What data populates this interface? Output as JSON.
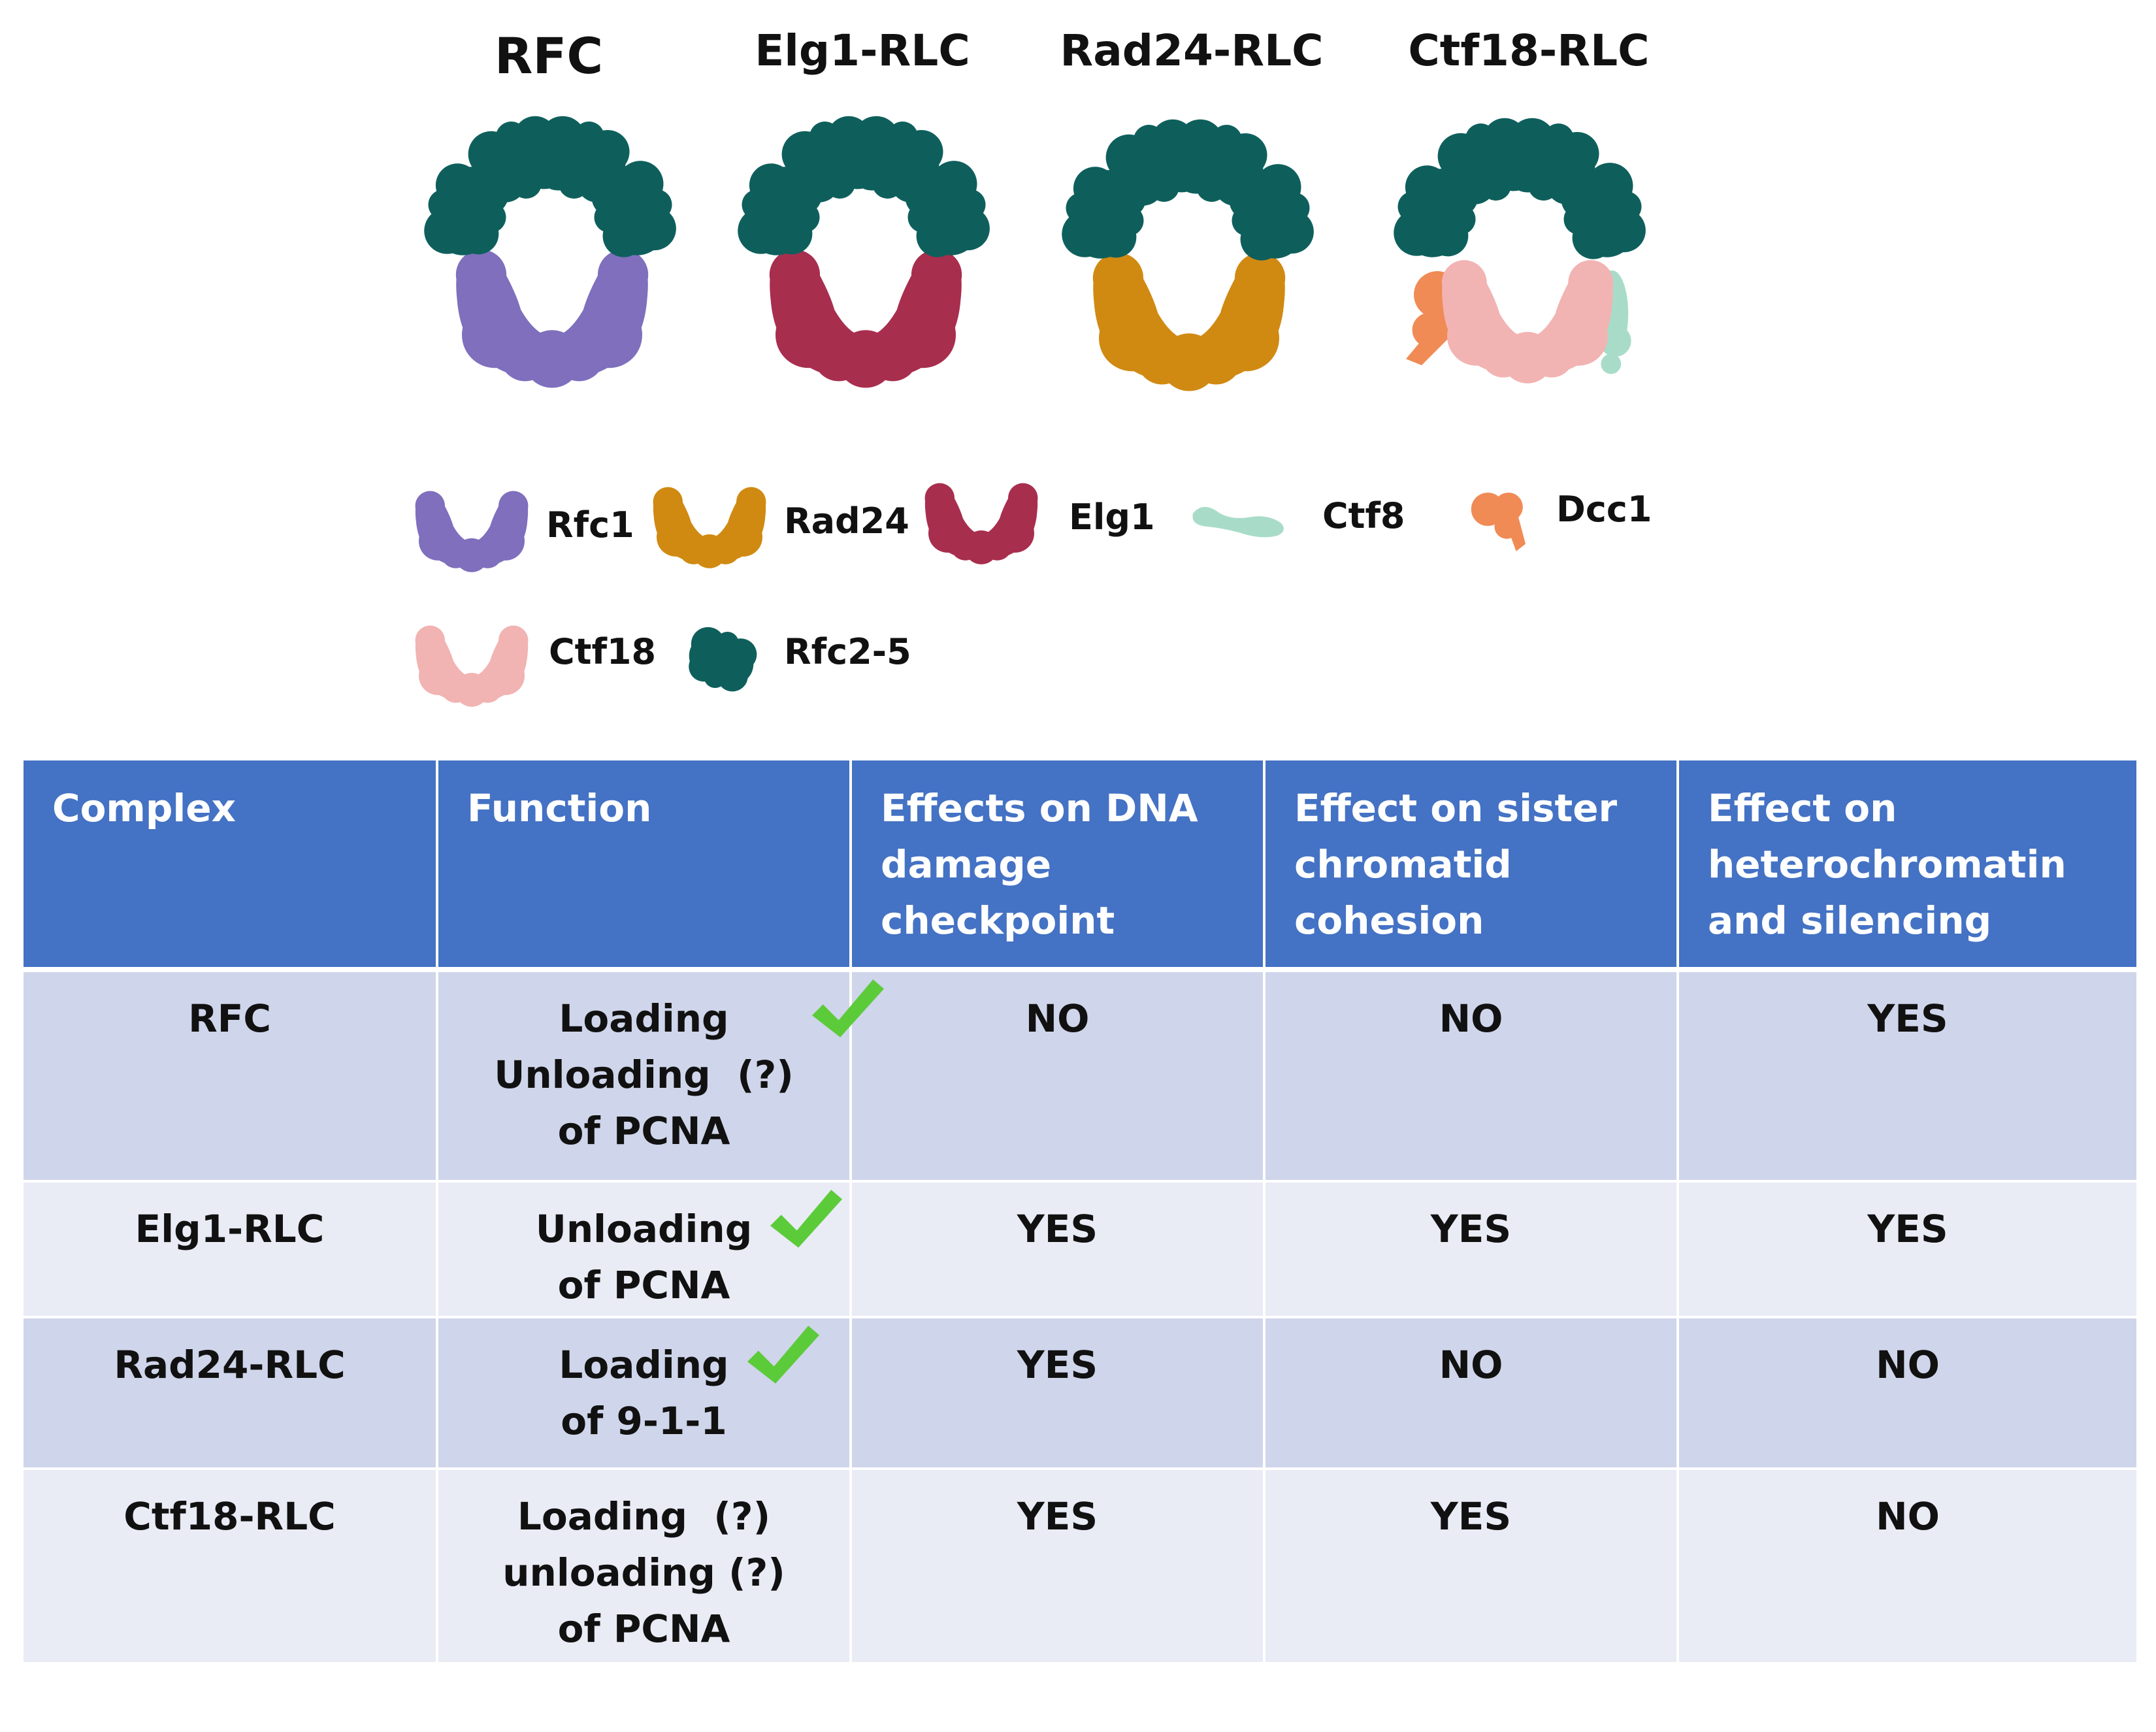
{
  "complexes": [
    {
      "name": "RFC",
      "left": "Rfc1"
    },
    {
      "name": "Elg1-RLC",
      "left": "Elg1"
    },
    {
      "name": "Rad24-RLC",
      "left": "Rad24"
    },
    {
      "name": "Ctf18-RLC",
      "left": "Ctf18"
    }
  ],
  "legend": {
    "row1": [
      "Rfc1",
      "Rad24",
      "Elg1",
      "Ctf8",
      "Dcc1"
    ],
    "row2": [
      "Ctf18",
      "Rfc2-5"
    ]
  },
  "colors": {
    "Rfc1": "#7f6fbd",
    "Rad24": "#d08a12",
    "Elg1": "#a82e4e",
    "Ctf18": "#f2b3b3",
    "Ctf8": "#a8dcc9",
    "Dcc1": "#f08b55",
    "Rfc2-5": "#0e5f5c",
    "header": "#4472c4",
    "row_odd": "#cfd5ea",
    "row_even": "#e9ebf5",
    "check": "#5ccb3a"
  },
  "table": {
    "headers": [
      [
        "Complex"
      ],
      [
        "Function"
      ],
      [
        "Effects on DNA",
        "damage",
        "checkpoint"
      ],
      [
        "Effect on sister",
        "chromatid",
        "cohesion"
      ],
      [
        "Effect on",
        "heterochromatin",
        "and silencing"
      ]
    ],
    "rows": [
      {
        "complex": "RFC",
        "function": [
          "Loading",
          "Unloading  (?)",
          "of PCNA"
        ],
        "checked": true,
        "dna_damage": "NO",
        "cohesion": "NO",
        "silencing": "YES"
      },
      {
        "complex": "Elg1-RLC",
        "function": [
          "Unloading",
          "of PCNA"
        ],
        "checked": true,
        "dna_damage": "YES",
        "cohesion": "YES",
        "silencing": "YES"
      },
      {
        "complex": "Rad24-RLC",
        "function": [
          "Loading",
          "of 9-1-1"
        ],
        "checked": true,
        "dna_damage": "YES",
        "cohesion": "NO",
        "silencing": "NO"
      },
      {
        "complex": "Ctf18-RLC",
        "function": [
          "Loading  (?)",
          "unloading (?)",
          "of PCNA"
        ],
        "checked": false,
        "dna_damage": "YES",
        "cohesion": "YES",
        "silencing": "NO"
      }
    ]
  }
}
